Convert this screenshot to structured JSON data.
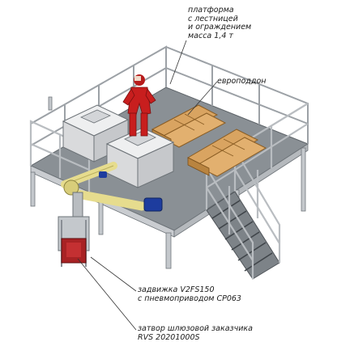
{
  "labels": {
    "platform": {
      "line1": "платформа",
      "line2": "с лестницей",
      "line3": "и ограждением",
      "line4": "масса 1,4 т"
    },
    "pallet": "европоддон",
    "valve": {
      "line1": "задвижка V2FS150",
      "line2": "с пневмоприводом СР063"
    },
    "airlock": {
      "line1": "затвор шлюзовой заказчика",
      "line2": "RVS 20201000S"
    }
  },
  "colors": {
    "frame": "#c4c8cc",
    "frame_dark": "#8a8f95",
    "deck": "#7d8388",
    "hopper": "#e0e1e3",
    "pallet_wood": "#d9a461",
    "worker": "#c81e1e",
    "pipe_yellow": "#e6dc8e",
    "motor_blue": "#1d3c9e",
    "airlock_red": "#a82224"
  },
  "icons": {
    "worker": "worker-figure-icon",
    "pallet": "euro-pallet-icon"
  }
}
